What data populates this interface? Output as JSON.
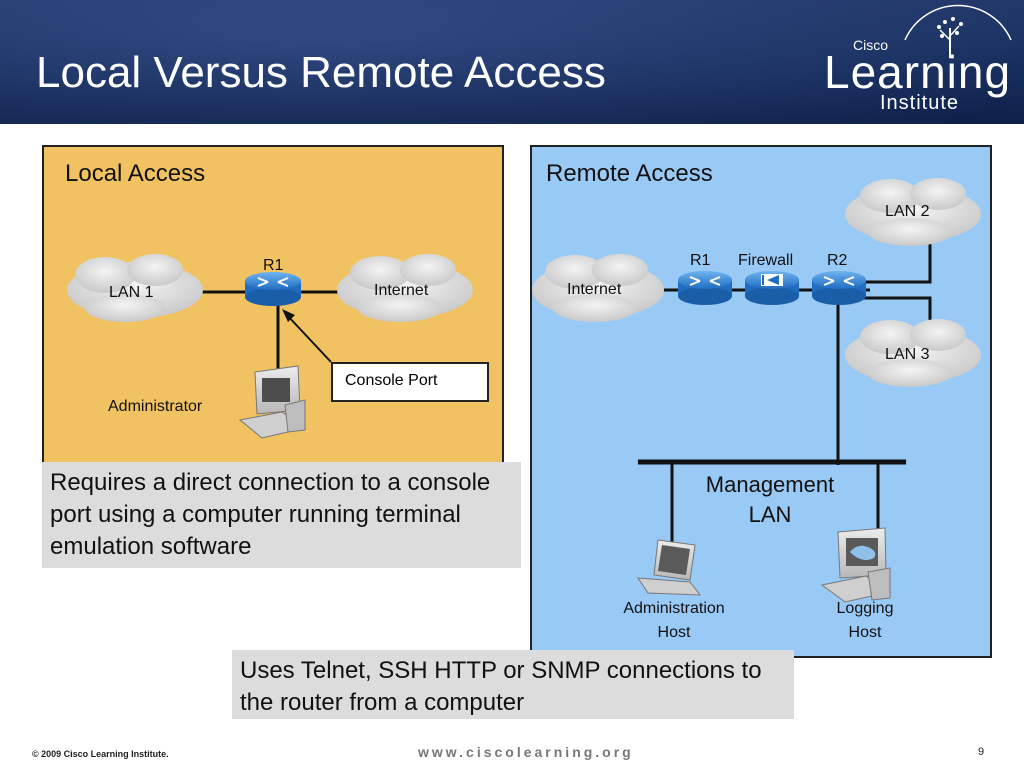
{
  "header": {
    "title": "Local Versus Remote Access",
    "logo": {
      "brand_top": "Cisco",
      "brand_main": "Learning",
      "brand_sub": "Institute"
    }
  },
  "local": {
    "title": "Local Access",
    "router": "R1",
    "lan": "LAN 1",
    "internet": "Internet",
    "callout": "Console Port",
    "admin": "Administrator",
    "note": "Requires a direct connection to a console port using a computer running terminal emulation software"
  },
  "remote": {
    "title": "Remote Access",
    "internet": "Internet",
    "r1": "R1",
    "firewall": "Firewall",
    "r2": "R2",
    "lan2": "LAN 2",
    "lan3": "LAN 3",
    "mgmt_line1": "Management",
    "mgmt_line2": "LAN",
    "admin_host_line1": "Administration",
    "admin_host_line2": "Host",
    "log_host_line1": "Logging",
    "log_host_line2": "Host",
    "note": "Uses Telnet, SSH HTTP or SNMP connections to the router from a computer"
  },
  "footer": {
    "copyright": "© 2009 Cisco Learning Institute.",
    "url": "www.ciscolearning.org",
    "page": "9"
  },
  "colors": {
    "header_bg": "#142a58",
    "local_bg": "#f1c262",
    "remote_bg": "#99c9f5",
    "note_bg": "#dcdcdc",
    "router_blue": "#2a7fd4"
  }
}
